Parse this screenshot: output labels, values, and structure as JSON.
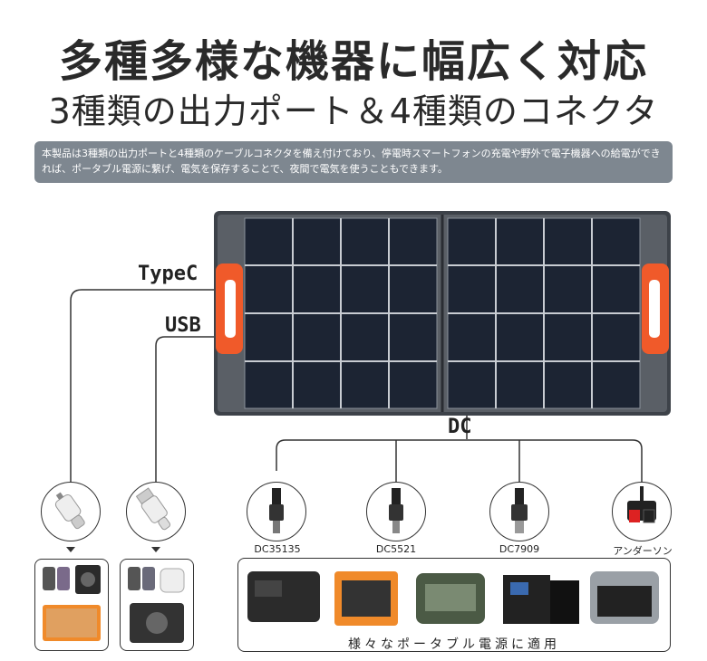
{
  "headline": "多種多様な機器に幅広く対応",
  "subheadline": "3種類の出力ポート＆4種類のコネクタ",
  "description": "本製品は3種類の出力ポートと4種類のケーブルコネクタを備え付けており、停電時スマートフォンの充電や野外で電子機器への給電ができれば、ポータブル電源に繋げ、電気を保存することで、夜間で電気を使うこともできます。",
  "ports": {
    "typec": "TypeC",
    "usb": "USB",
    "dc": "DC"
  },
  "connectors": [
    {
      "label": "DC35135"
    },
    {
      "label": "DC5521"
    },
    {
      "label": "DC7909"
    },
    {
      "label": "アンダーソン"
    }
  ],
  "power_station_caption": "様々なポータブル電源に適用",
  "colors": {
    "accent": "#f05a2a",
    "panel": "#1d2431",
    "desc_bg": "#7e8790"
  }
}
